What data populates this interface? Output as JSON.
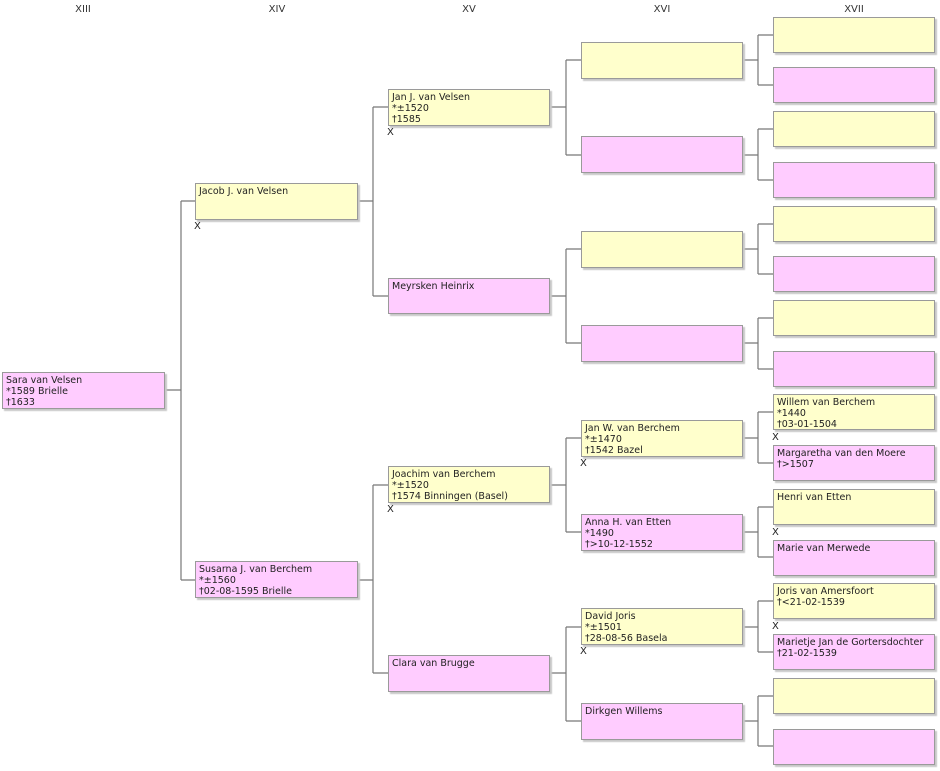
{
  "generations": [
    "XIII",
    "XIV",
    "XV",
    "XVI",
    "XVII"
  ],
  "marriage_marker": "X",
  "people": {
    "p1": {
      "name": "Sara van Velsen",
      "line2": "*1589 Brielle",
      "line3": "†1633"
    },
    "p2": {
      "name": "Jacob J. van Velsen",
      "line2": "",
      "line3": ""
    },
    "p3": {
      "name": "Susarna J. van Berchem",
      "line2": "*±1560",
      "line3": "†02-08-1595 Brielle"
    },
    "p4": {
      "name": "Jan J. van Velsen",
      "line2": "*±1520",
      "line3": "†1585"
    },
    "p5": {
      "name": "Meyrsken Heinrix",
      "line2": "",
      "line3": ""
    },
    "p6": {
      "name": "Joachim van Berchem",
      "line2": "*±1520",
      "line3": "†1574 Binningen (Basel)"
    },
    "p7": {
      "name": "Clara van Brugge",
      "line2": "",
      "line3": ""
    },
    "p12": {
      "name": "Jan W. van Berchem",
      "line2": "*±1470",
      "line3": "†1542 Bazel"
    },
    "p13": {
      "name": "Anna H. van Etten",
      "line2": "*1490",
      "line3": "†>10-12-1552"
    },
    "p14": {
      "name": "David Joris",
      "line2": "*±1501",
      "line3": "†28-08-56 Basela"
    },
    "p15": {
      "name": "Dirkgen Willems",
      "line2": "",
      "line3": ""
    },
    "p24": {
      "name": "Willem van Berchem",
      "line2": "*1440",
      "line3": "†03-01-1504"
    },
    "p25": {
      "name": "Margaretha van den Moere",
      "line2": "†>1507",
      "line3": ""
    },
    "p26": {
      "name": "Henri van Etten",
      "line2": "",
      "line3": ""
    },
    "p27": {
      "name": "Marie van Merwede",
      "line2": "",
      "line3": ""
    },
    "p28": {
      "name": "Joris van Amersfoort",
      "line2": "†<21-02-1539",
      "line3": ""
    },
    "p29": {
      "name": "Marietje Jan de Gortersdochter",
      "line2": "†21-02-1539",
      "line3": ""
    }
  }
}
